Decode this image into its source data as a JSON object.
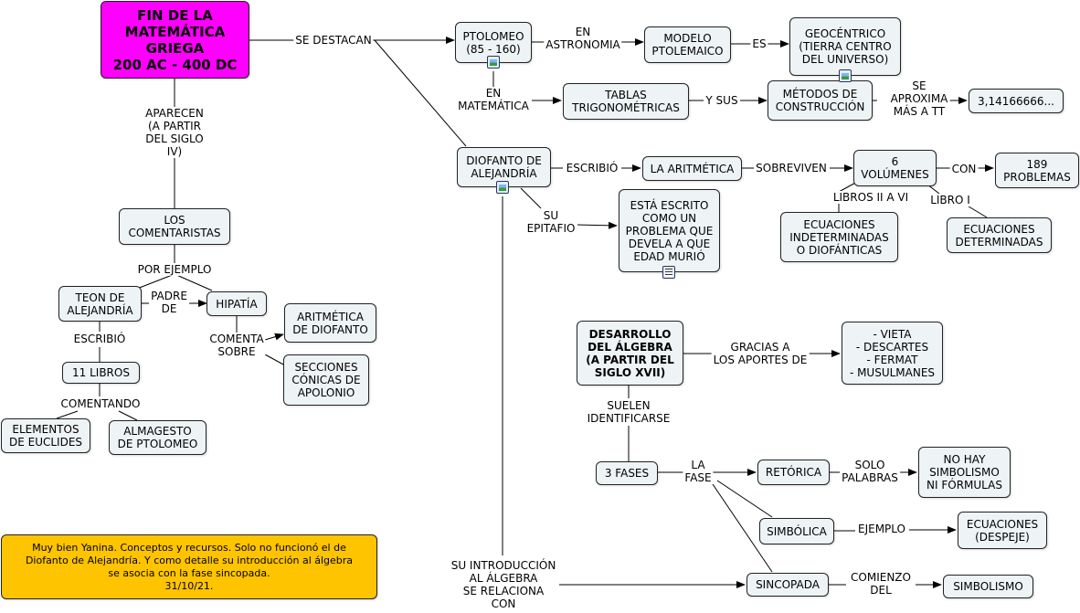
{
  "nodes": {
    "fin_matematica": "FIN DE LA\nMATEMÁTICA\nGRIEGA\n200 AC - 400 DC",
    "los_comentaristas": "LOS\nCOMENTARISTAS",
    "teon": "TEON DE\nALEJANDRÍA",
    "hipatia": "HIPATÍA",
    "aritmetica_diofanto": "ARITMÉTICA\nDE DIOFANTO",
    "secciones_conicas": "SECCIONES\nCÓNICAS DE\nAPOLONIO",
    "once_libros": "11 LIBROS",
    "elementos": "ELEMENTOS\nDE EUCLIDES",
    "almagesto": "ALMAGESTO\nDE PTOLOMEO",
    "ptolomeo": "PTOLOMEO\n(85 - 160)",
    "modelo": "MODELO\nPTOLEMAICO",
    "geocentrico": "GEOCÉNTRICO\n(TIERRA CENTRO\nDEL UNIVERSO)",
    "tablas": "TABLAS\nTRIGONOMÉTRICAS",
    "metodos": "MÉTODOS DE\nCONSTRUCCIÓN",
    "pi_value": "3,14166666...",
    "diofanto": "DIOFANTO DE\nALEJANDRÍA",
    "la_aritmetica": "LA ARITMÉTICA",
    "seis_volumenes": "6\nVOLÚMENES",
    "problemas": "189\nPROBLEMAS",
    "ec_indeterminadas": "ECUACIONES\nINDETERMINADAS\nO DIOFÁNTICAS",
    "ec_determinadas": "ECUACIONES\nDETERMINADAS",
    "epitafio": "ESTÁ ESCRITO\nCOMO UN\nPROBLEMA QUE\nDEVELA A QUE\nEDAD MURIÓ",
    "desarrollo": "DESARROLLO\nDEL ÁLGEBRA\n(A PARTIR DEL\nSIGLO XVII)",
    "aportes": "- VIETA\n- DESCARTES\n- FERMAT\n- MUSULMANES",
    "tres_fases": "3 FASES",
    "retorica": "RETÓRICA",
    "no_simbolismo": "NO HAY\nSIMBOLISMO\nNI FÓRMULAS",
    "simbolica": "SIMBÓLICA",
    "ec_despeje": "ECUACIONES\n(DESPEJE)",
    "sincopada": "SINCOPADA",
    "simbolismo": "SIMBOLISMO",
    "comment": "Muy bien Yanina.  Conceptos y recursos. Solo no funcionó el de\nDiofanto de Alejandría.  Y como detalle su introducción al álgebra\nse asocia con la fase sincopada.\n31/10/21."
  },
  "links": {
    "aparecen": "APARECEN\n(A PARTIR\nDEL SIGLO\nIV)",
    "se_destacan": "SE DESTACAN",
    "por_ejemplo": "POR EJEMPLO",
    "padre_de": "PADRE\nDE",
    "escribio_teon": "ESCRIBIÓ",
    "comentando": "COMENTANDO",
    "comenta_sobre": "COMENTA\nSOBRE",
    "en_astronomia": "EN\nASTRONOMIA",
    "es": "ES",
    "en_matematica": "EN\nMATEMÁTICA",
    "y_sus": "Y SUS",
    "se_aproxima": "SE\nAPROXIMA\nMÁS A TT",
    "escribio_diofanto": "ESCRIBIÓ",
    "sobreviven": "SOBREVIVEN",
    "con": "CON",
    "libros_ii_vi": "LIBROS II A VI",
    "libro_i": "LIBRO I",
    "su_epitafio": "SU\nEPITAFIO",
    "gracias_a": "GRACIAS A\nLOS APORTES DE",
    "suelen": "SUELEN\nIDENTIFICARSE",
    "la_fase": "LA\nFASE",
    "solo_palabras": "SOLO\nPALABRAS",
    "ejemplo": "EJEMPLO",
    "comienzo_del": "COMIENZO\nDEL",
    "su_introduccion": "SU INTRODUCCIÓN\nAL ÁLGEBRA\nSE RELACIONA\nCON"
  },
  "colors": {
    "title_bg": "#ff00ff",
    "note_bg": "#ffc400",
    "node_bg": "#eef3f5"
  },
  "icons": [
    "image-icon",
    "document-icon"
  ]
}
